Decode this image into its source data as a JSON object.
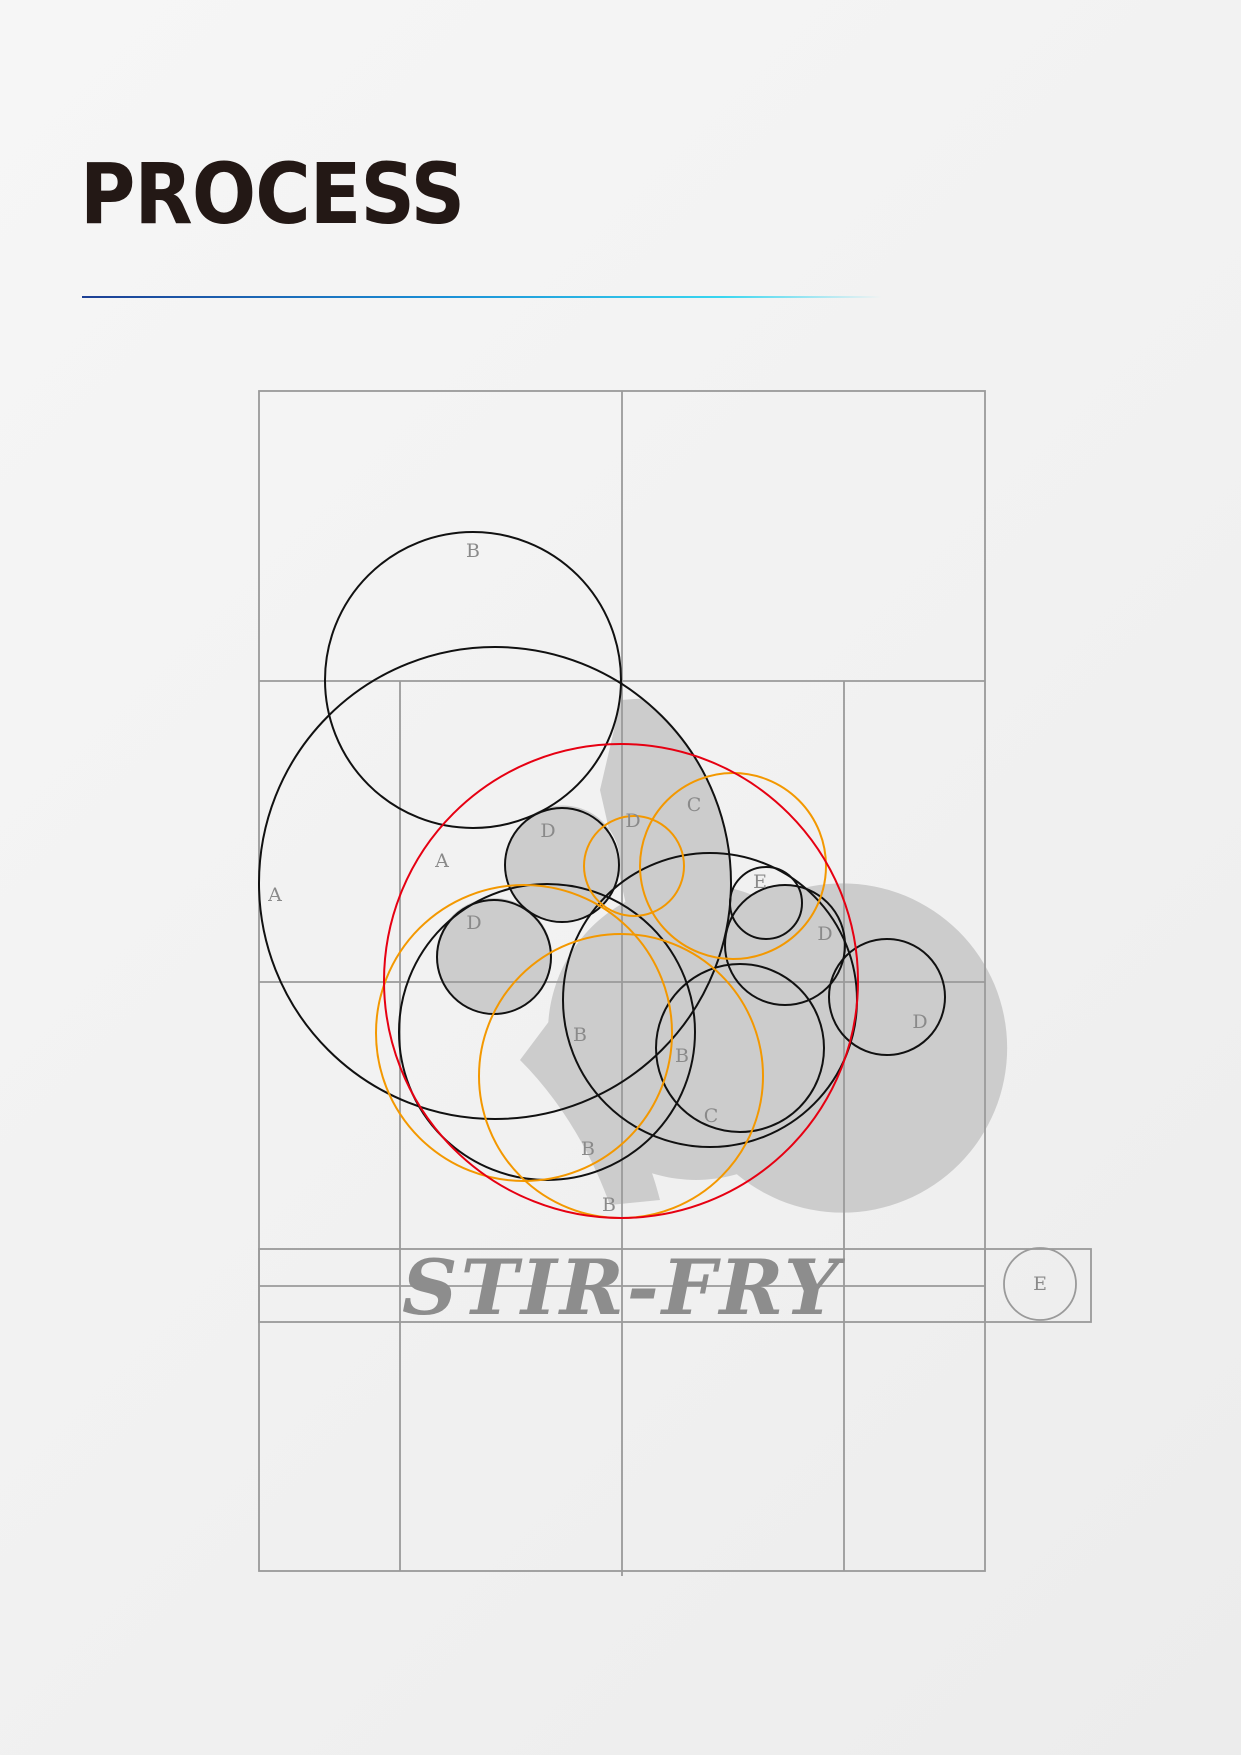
{
  "header": {
    "title": "PROCESS",
    "rule_gradient": [
      "#1d3f94",
      "#1a8fd6",
      "#37d6f0"
    ]
  },
  "diagram": {
    "wordmark": "STIR-FRY",
    "colors": {
      "grid": "#9a9a9a",
      "construction_circle": "#111111",
      "orange_circle": "#f39800",
      "red_circle": "#e60012",
      "shaded_fill": "#cccccc",
      "label": "#8a8a8a"
    },
    "labels": {
      "b_top": "B",
      "a_outer": "A",
      "a_inner": "A",
      "d_1": "D",
      "d_2": "D",
      "c_1": "C",
      "d_3": "D",
      "e_1": "E",
      "d_4": "D",
      "d_5": "D",
      "b_1": "B",
      "b_2": "B",
      "c_2": "C",
      "b_3": "B",
      "b_4": "B",
      "e_2": "E"
    }
  }
}
